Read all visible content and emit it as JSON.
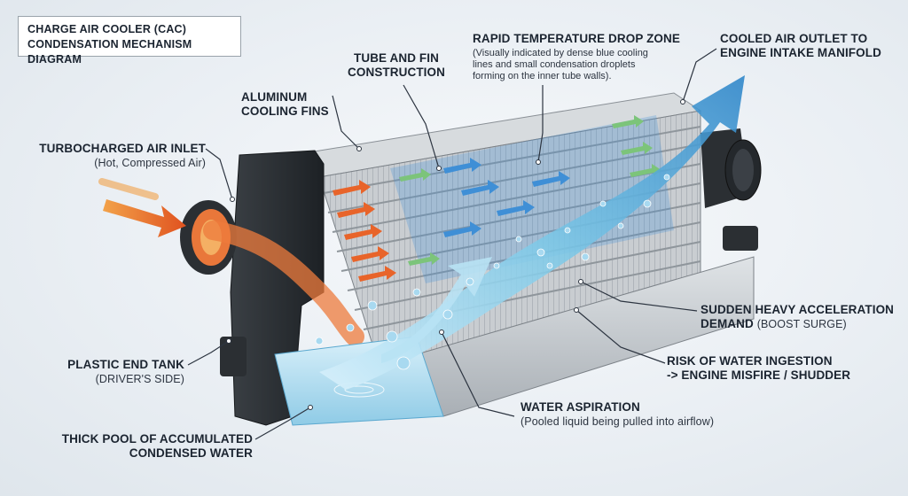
{
  "title": {
    "line1": "CHARGE AIR COOLER (CAC)",
    "line2": "CONDENSATION MECHANISM DIAGRAM"
  },
  "labels": {
    "fins": {
      "line1": "ALUMINUM",
      "line2": "COOLING FINS"
    },
    "tube": {
      "line1": "TUBE AND FIN",
      "line2": "CONSTRUCTION"
    },
    "rapid": {
      "heading": "RAPID TEMPERATURE DROP ZONE",
      "note1": "(Visually indicated by dense blue cooling",
      "note2": "lines and small condensation droplets",
      "note3": "forming on the inner tube walls)."
    },
    "outlet": {
      "line1": "COOLED AIR OUTLET TO",
      "line2": "ENGINE INTAKE MANIFOLD"
    },
    "inlet": {
      "heading": "TURBOCHARGED AIR INLET",
      "sub": "(Hot, Compressed Air)"
    },
    "tank": {
      "heading": "PLASTIC END TANK",
      "sub": "(DRIVER'S SIDE)"
    },
    "pool": {
      "line1": "THICK POOL OF ACCUMULATED",
      "line2": "CONDENSED WATER"
    },
    "aspiration": {
      "heading": "WATER ASPIRATION",
      "sub": "(Pooled liquid being pulled into airflow)"
    },
    "surge": {
      "line1": "SUDDEN HEAVY ACCELERATION",
      "line2a": "DEMAND",
      "line2b": "(BOOST SURGE)"
    },
    "risk": {
      "line1": "RISK OF WATER INGESTION",
      "line2": "-> ENGINE MISFIRE / SHUDDER"
    }
  },
  "colors": {
    "hot": "#e8642a",
    "cool": "#3f8fd6",
    "green": "#7cc47a",
    "tank": "#2b2f33",
    "aluminum": "#c9cdd1",
    "water": "#bfe3f3"
  }
}
